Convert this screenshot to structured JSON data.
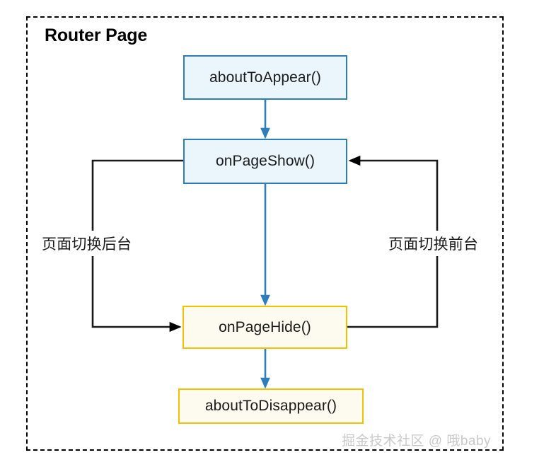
{
  "diagram": {
    "container": {
      "title": "Router Page",
      "border_style": "dashed",
      "border_color": "#000000"
    },
    "nodes": [
      {
        "id": "aboutToAppear",
        "label": "aboutToAppear()",
        "fill": "#ebf6fc",
        "stroke": "#2e7ebb"
      },
      {
        "id": "onPageShow",
        "label": "onPageShow()",
        "fill": "#ebf6fc",
        "stroke": "#2e7ebb"
      },
      {
        "id": "onPageHide",
        "label": "onPageHide()",
        "fill": "#fdfbf0",
        "stroke": "#f2c200"
      },
      {
        "id": "aboutToDisappear",
        "label": "aboutToDisappear()",
        "fill": "#fdfbf0",
        "stroke": "#f2c200"
      }
    ],
    "edges": [
      {
        "id": "appear-to-show",
        "from": "aboutToAppear",
        "to": "onPageShow",
        "label": "",
        "color": "#2e7ebb"
      },
      {
        "id": "show-to-hide",
        "from": "onPageShow",
        "to": "onPageHide",
        "label": "",
        "color": "#2e7ebb"
      },
      {
        "id": "hide-to-disappear",
        "from": "onPageHide",
        "to": "aboutToDisappear",
        "label": "",
        "color": "#2e7ebb"
      },
      {
        "id": "show-to-hide-bg",
        "from": "onPageShow",
        "to": "onPageHide",
        "label": "页面切换后台",
        "color": "#1a1a1a"
      },
      {
        "id": "hide-to-show-fg",
        "from": "onPageHide",
        "to": "onPageShow",
        "label": "页面切换前台",
        "color": "#1a1a1a"
      }
    ],
    "labels": {
      "background_switch": "页面切换后台",
      "foreground_switch": "页面切换前台"
    },
    "watermark": "掘金技术社区 @ 哦baby"
  }
}
